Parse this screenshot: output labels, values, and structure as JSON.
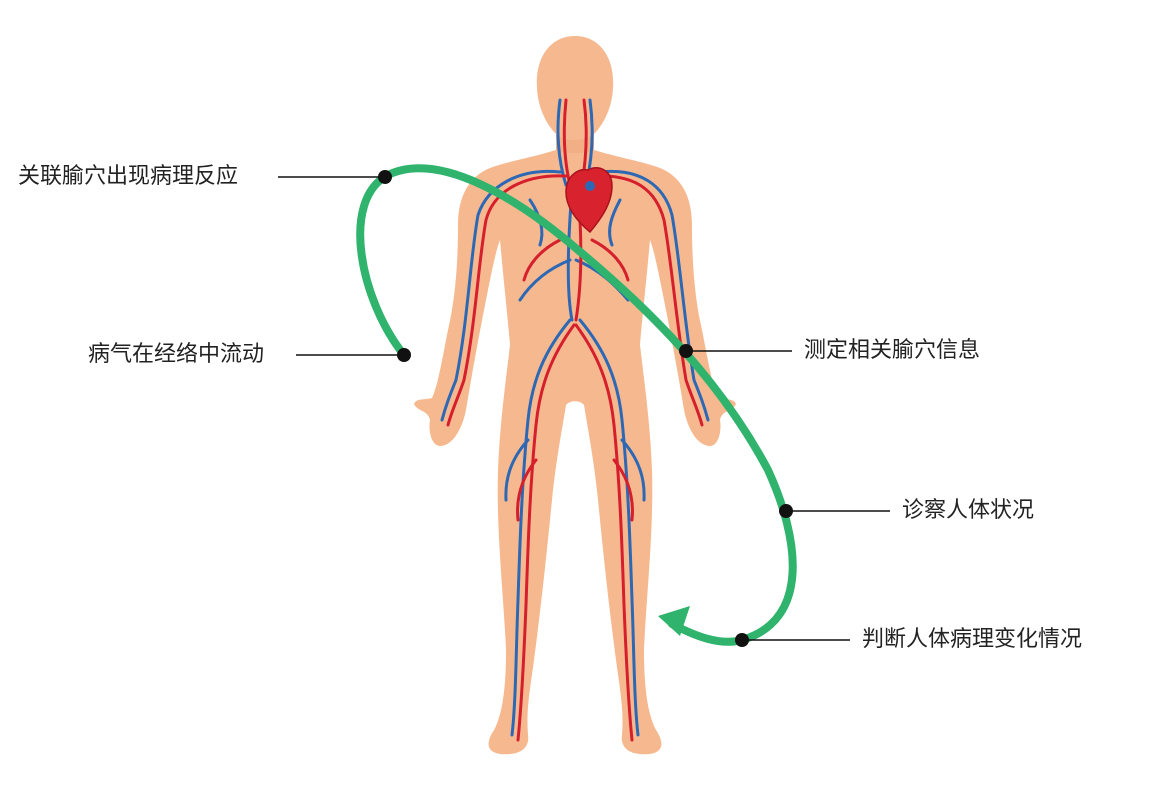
{
  "colors": {
    "skin": "#f6b98f",
    "skin_shadow": "#eea57a",
    "artery": "#d61f2c",
    "vein": "#2d68b5",
    "heart": "#d8232f",
    "flow_arrow": "#2fb36d",
    "leader_line": "#111111",
    "text": "#222222"
  },
  "labels": {
    "related_acupoint_reaction": "关联腧穴出现病理反应",
    "pathogen_flow": "病气在经络中流动",
    "measure_acupoint_info": "测定相关腧穴信息",
    "diagnose_condition": "诊察人体状况",
    "judge_pathology_change": "判断人体病理变化情况"
  },
  "icons": {
    "body": "human-body-circulatory-illustration",
    "heart": "heart-icon",
    "arrow": "curved-arrow-icon"
  }
}
